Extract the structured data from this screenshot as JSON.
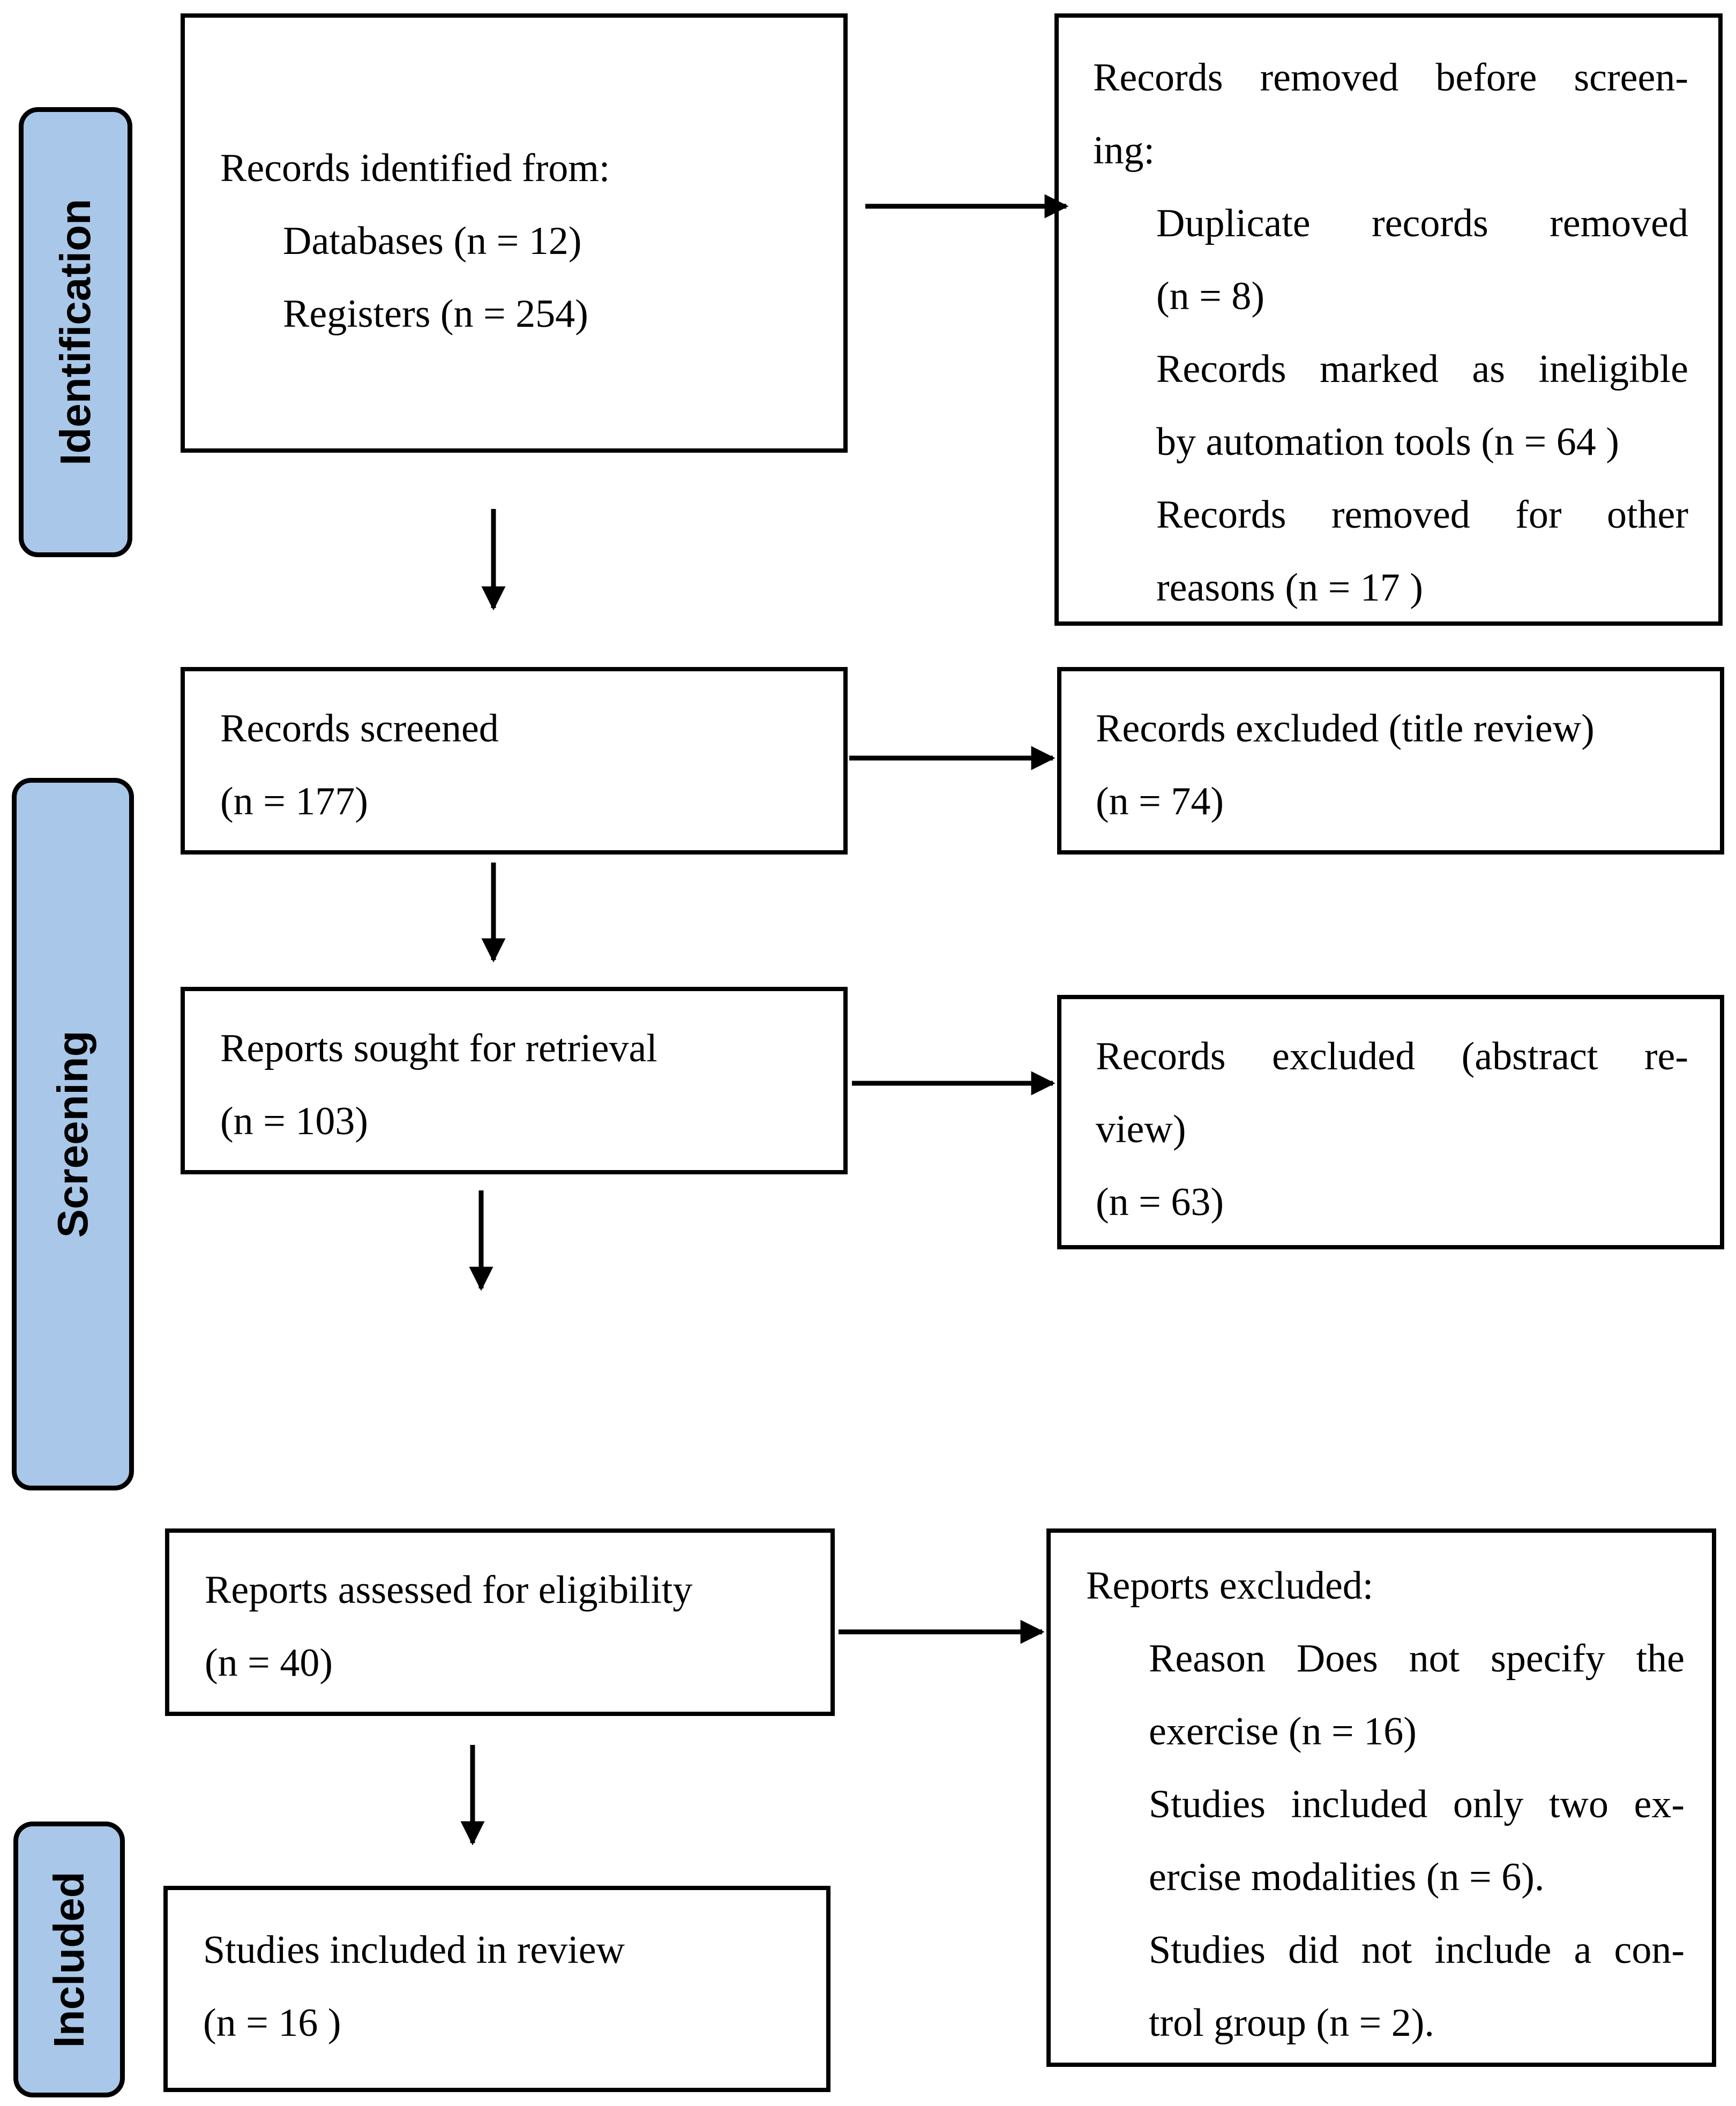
{
  "phases": {
    "identification": "Identification",
    "screening": "Screening",
    "included": "Included"
  },
  "identified": {
    "title": "Records identified from:",
    "databases": "Databases (n = 12)",
    "registers": "Registers (n = 254)"
  },
  "removed": {
    "title_line1": "Records removed before screen-",
    "title_line2": "ing:",
    "dup_line1": "Duplicate records removed",
    "dup_line2": "(n = 8)",
    "auto_line1": "Records marked as ineligible",
    "auto_line2": "by automation tools (n = 64 )",
    "other_line1": "Records removed for other",
    "other_line2": "reasons (n = 17 )"
  },
  "screened": {
    "title": "Records screened",
    "count": "(n = 177)"
  },
  "excluded_title": {
    "title": "Records excluded (title review)",
    "count": "(n = 74)"
  },
  "sought": {
    "title": "Reports sought for retrieval",
    "count": "(n = 103)"
  },
  "excluded_abstract": {
    "line1": "Records excluded (abstract re-",
    "line2": "view)",
    "count": "(n = 63)"
  },
  "assessed": {
    "title": "Reports assessed for eligibility",
    "count": "(n = 40)"
  },
  "reports_excluded": {
    "title": "Reports excluded:",
    "r1_line1": "Reason Does not specify the",
    "r1_line2": "exercise (n = 16)",
    "r2_line1": "Studies included only two ex-",
    "r2_line2": "ercise modalities (n = 6).",
    "r3_line1": "Studies did not include a con-",
    "r3_line2": "trol group (n = 2)."
  },
  "included": {
    "title": "Studies included in review",
    "count": "(n = 16 )"
  }
}
